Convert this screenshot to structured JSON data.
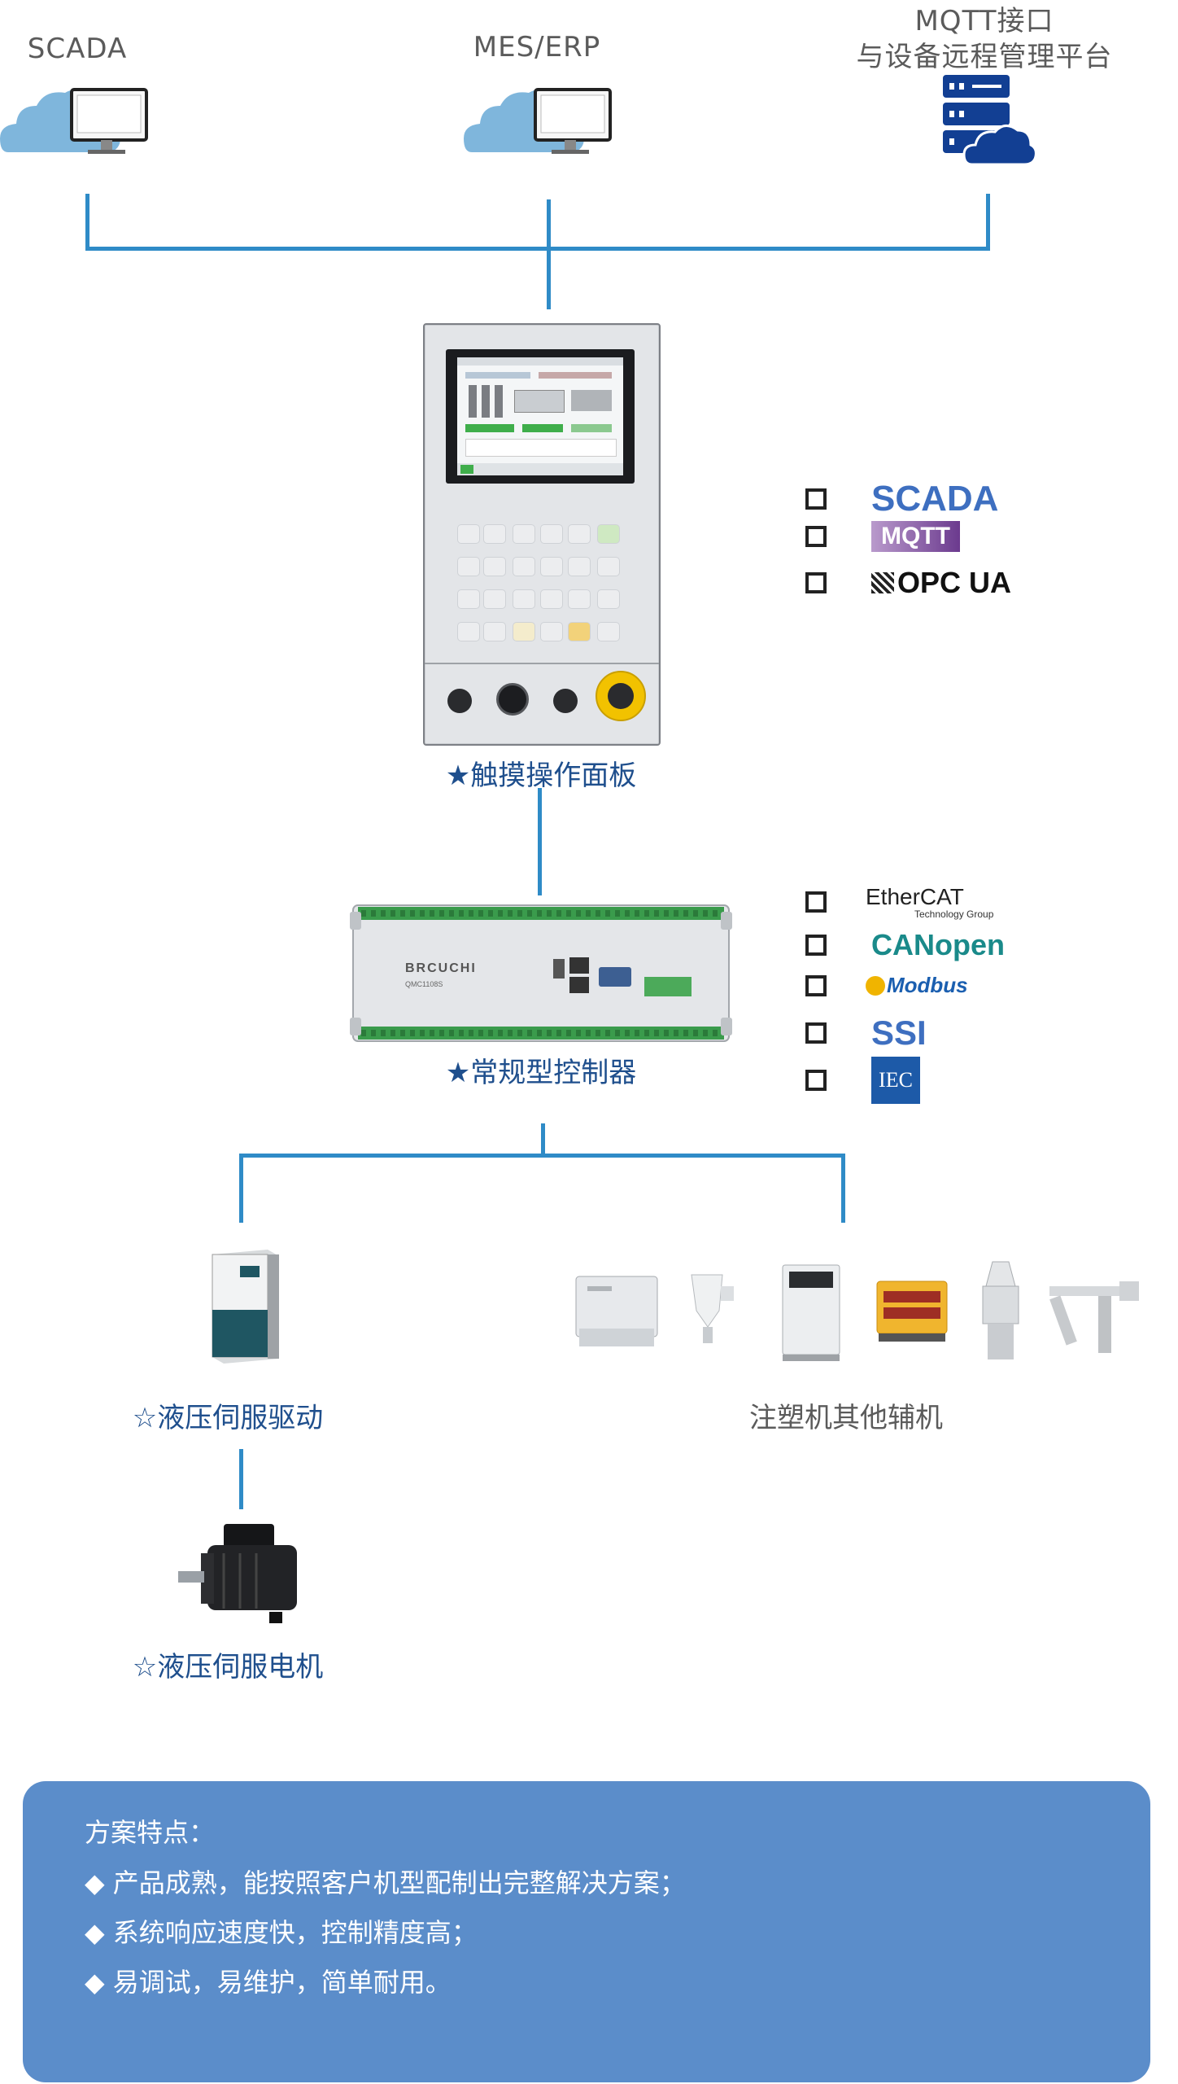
{
  "top_nodes": {
    "scada": "SCADA",
    "mes": "MES/ERP",
    "mqtt_line1": "MQTT接口",
    "mqtt_line2": "与设备远程管理平台"
  },
  "hmi": {
    "label": "★触摸操作面板",
    "protocols": [
      "SCADA",
      "MQTT",
      "OPC UA"
    ]
  },
  "controller": {
    "label": "★常规型控制器",
    "brand": "BRCUCHI",
    "model": "QMC1108S",
    "protocols": [
      "EtherCAT",
      "Technology Group",
      "CANopen",
      "Modbus",
      "SSI",
      "IEC"
    ]
  },
  "servo_drive": {
    "label": "☆液压伺服驱动"
  },
  "servo_motor": {
    "label": "☆液压伺服电机"
  },
  "aux": {
    "label": "注塑机其他辅机"
  },
  "features": {
    "title": "方案特点：",
    "items": [
      "◆ 产品成熟，能按照客户机型配制出完整解决方案；",
      "◆ 系统响应速度快，控制精度高；",
      "◆ 易调试，易维护，简单耐用。"
    ]
  },
  "colors": {
    "line": "#2f8bc7",
    "label_blue": "#1f4f8d",
    "panel_bg": "#5b8dca",
    "cloud": "#7fb6dc"
  }
}
